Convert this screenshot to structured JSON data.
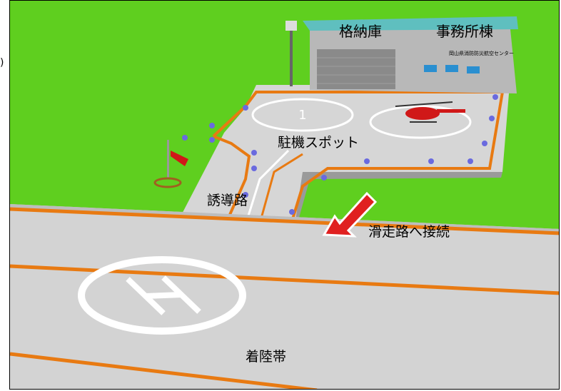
{
  "labels": {
    "hangar": "格納庫",
    "office": "事務所棟",
    "sign": "岡山県消防防災航空センター",
    "spot": "駐機スポット",
    "taxiway": "誘導路",
    "runway_connect": "滑走路へ接続",
    "landing_zone": "着陸帯",
    "pad_number": "1",
    "pad_letter": "H"
  },
  "edge_glyph": ")",
  "colors": {
    "grass": "#5fcf1f",
    "pavement": "#d3d3d3",
    "orange_line": "#e87a12",
    "building_roof": "#5fbfbf",
    "helicopter": "#d01818",
    "arrow": "#e02020"
  }
}
